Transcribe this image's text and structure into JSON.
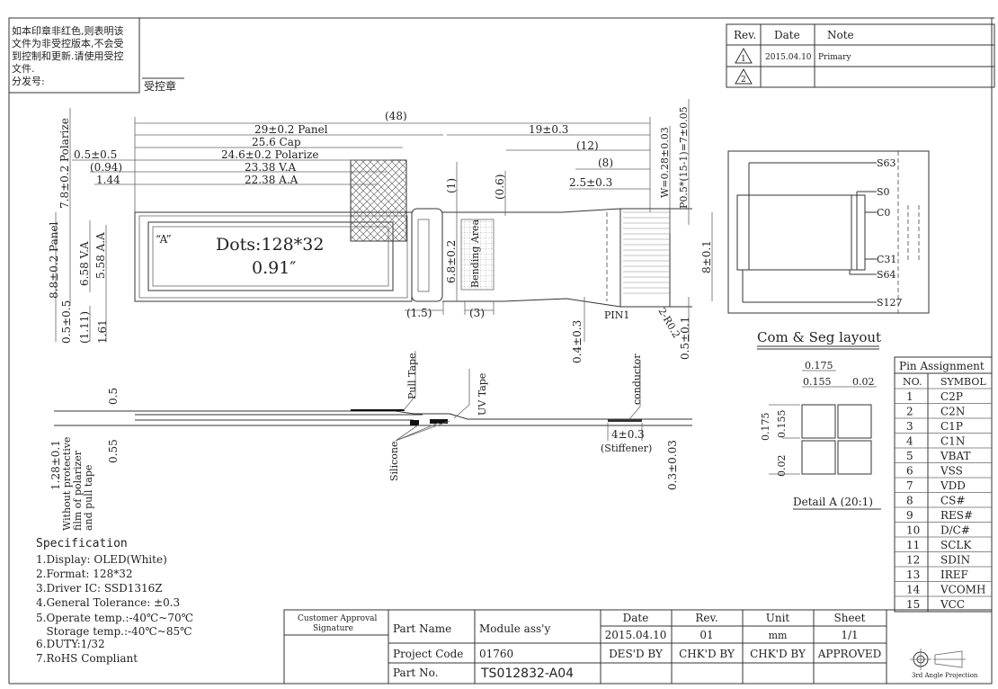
{
  "notice": {
    "lines": [
      "如本印章非红色,则表明该",
      "文件为非受控版本,不会受",
      "到控制和更新.请使用受控",
      "文件.",
      "分发号:"
    ],
    "stamp_label": "受控章"
  },
  "revision_table": {
    "headers": [
      "Rev.",
      "Date",
      "Note"
    ],
    "rows": [
      {
        "rev": "1",
        "date": "2015.04.10",
        "note": "Primary"
      },
      {
        "rev": "2",
        "date": "",
        "note": ""
      }
    ]
  },
  "front_view": {
    "dims_top": [
      "(48)",
      "29±0.2 Panel",
      "19±0.3",
      "25.6 Cap",
      "(12)",
      "24.6±0.2 Polarize",
      "(8)",
      "23.38 V.A",
      "2.5±0.3",
      "22.38 A.A"
    ],
    "dims_left": [
      "0.5±0.5",
      "(0.94)",
      "1.44"
    ],
    "dims_vertical": [
      "7.8±0.2 Polarize",
      "8.8±0.2 Panel",
      "6.58 V.A",
      "5.58 A.A",
      "(1)",
      "6.8±0.2",
      "(0.6)",
      "W=0.28±0.03",
      "P0.5*(15-1)=7±0.05",
      "8±0.1",
      "0.5±0.5",
      "(1.11)",
      "1.61",
      "0.4±0.3",
      "0.5±0.1"
    ],
    "dims_bottom": [
      "(1.5)",
      "(3)"
    ],
    "display_text": "Dots:128*32",
    "size_text": "0.91″",
    "detail_marker": "“A”",
    "bending_area": "Bending Area",
    "pin1": "PIN1",
    "corner_radius": "2-R0.2"
  },
  "side_view": {
    "labels": [
      "Pull Tape",
      "UV Tape",
      "conductor",
      "Silicone",
      "(Stiffener)"
    ],
    "dims": [
      "0.5",
      "0.55",
      "1.28±0.1",
      "4±0.3",
      "0.3±0.03"
    ],
    "note_lines": [
      "Without protective",
      "film of polarizer",
      "and pull tape"
    ]
  },
  "com_seg": {
    "title": "Com & Seg layout",
    "labels": [
      "S63",
      "S0",
      "C0",
      "C31",
      "S64",
      "S127"
    ]
  },
  "detail": {
    "title": "Detail A (20:1)",
    "dims": [
      "0.175",
      "0.155",
      "0.02",
      "0.175",
      "0.155",
      "0.02"
    ]
  },
  "pin_assignment": {
    "title": "Pin Assignment",
    "headers": [
      "NO.",
      "SYMBOL"
    ],
    "rows": [
      [
        "1",
        "C2P"
      ],
      [
        "2",
        "C2N"
      ],
      [
        "3",
        "C1P"
      ],
      [
        "4",
        "C1N"
      ],
      [
        "5",
        "VBAT"
      ],
      [
        "6",
        "VSS"
      ],
      [
        "7",
        "VDD"
      ],
      [
        "8",
        "CS#"
      ],
      [
        "9",
        "RES#"
      ],
      [
        "10",
        "D/C#"
      ],
      [
        "11",
        "SCLK"
      ],
      [
        "12",
        "SDIN"
      ],
      [
        "13",
        "IREF"
      ],
      [
        "14",
        "VCOMH"
      ],
      [
        "15",
        "VCC"
      ]
    ]
  },
  "specification": {
    "title": "Specification",
    "items": [
      "1.Display: OLED(White)",
      "2.Format: 128*32",
      "3.Driver IC: SSD1316Z",
      "4.General Tolerance: ±0.3",
      "5.Operate temp.:-40℃~70℃",
      "   Storage temp.:-40℃~85℃",
      "6.DUTY:1/32",
      "7.RoHS Compliant"
    ]
  },
  "title_block": {
    "customer_approval": [
      "Customer Approval",
      "Signature"
    ],
    "part_name_label": "Part Name",
    "part_name": "Module ass'y",
    "project_code_label": "Project Code",
    "project_code": "01760",
    "part_no_label": "Part No.",
    "part_no": "TS012832-A04",
    "headers": [
      "Date",
      "Rev.",
      "Unit",
      "Sheet"
    ],
    "values": [
      "2015.04.10",
      "01",
      "mm",
      "1/1"
    ],
    "signoffs": [
      "DES'D BY",
      "CHK'D BY",
      "CHK'D BY",
      "APPROVED"
    ],
    "projection": "3rd Angle Projection"
  }
}
